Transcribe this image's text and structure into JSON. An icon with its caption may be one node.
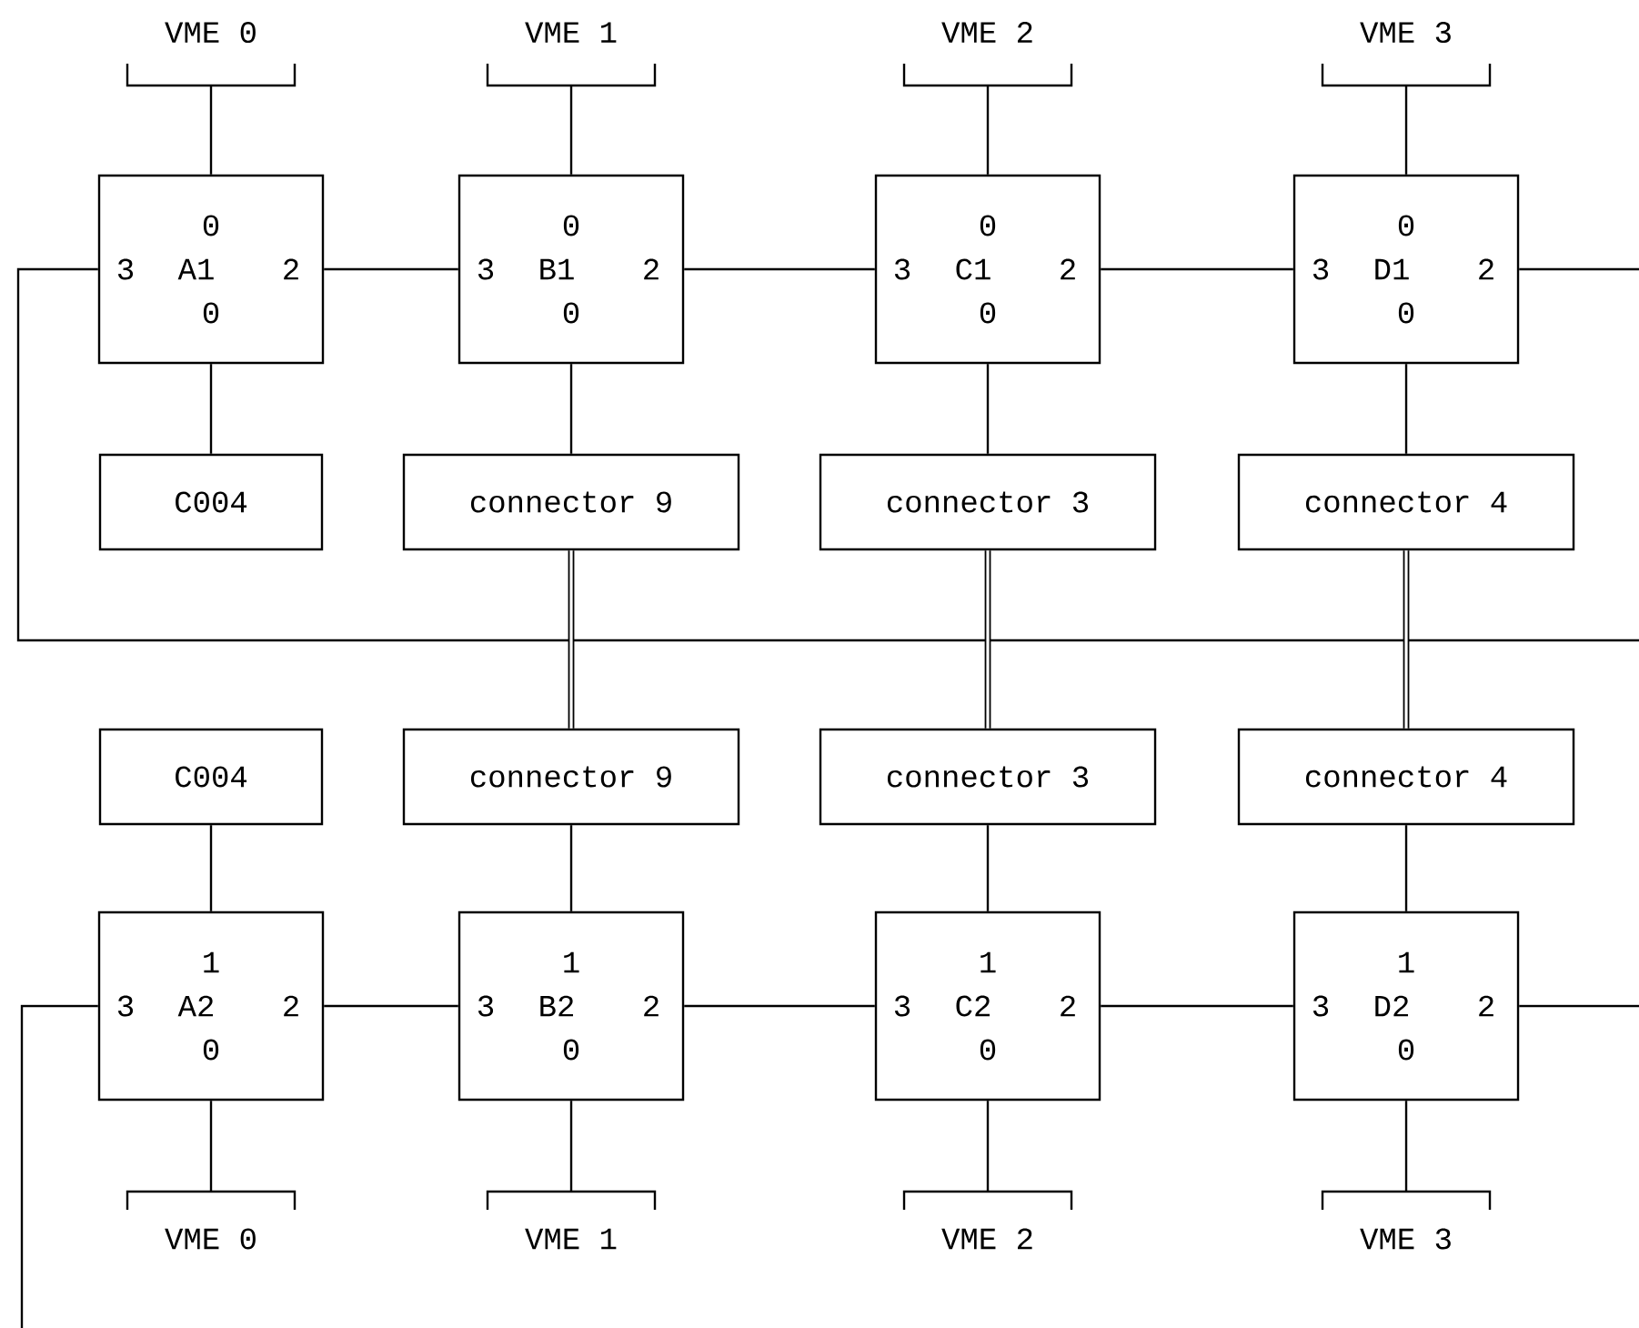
{
  "diagram": {
    "nodes": [
      {
        "text": [
          "VME 0"
        ]
      },
      {
        "text": [
          "VME 1"
        ]
      },
      {
        "text": [
          "VME 2"
        ]
      },
      {
        "text": [
          "VME 3"
        ]
      },
      {
        "text": [
          "0",
          "3",
          "A1",
          "2",
          "0"
        ]
      },
      {
        "text": [
          "0",
          "3",
          "B1",
          "2",
          "0"
        ]
      },
      {
        "text": [
          "0",
          "3",
          "C1",
          "2",
          "0"
        ]
      },
      {
        "text": [
          "0",
          "3",
          "D1",
          "2",
          "0"
        ]
      },
      {
        "text": [
          "C004"
        ]
      },
      {
        "text": [
          "connector 9"
        ]
      },
      {
        "text": [
          "connector 3"
        ]
      },
      {
        "text": [
          "connector 4"
        ]
      },
      {
        "text": [
          "C004"
        ]
      },
      {
        "text": [
          "connector 9"
        ]
      },
      {
        "text": [
          "connector 3"
        ]
      },
      {
        "text": [
          "connector 4"
        ]
      },
      {
        "text": [
          "1",
          "3",
          "A2",
          "2",
          "0"
        ]
      },
      {
        "text": [
          "1",
          "3",
          "B2",
          "2",
          "0"
        ]
      },
      {
        "text": [
          "1",
          "3",
          "C2",
          "2",
          "0"
        ]
      },
      {
        "text": [
          "1",
          "3",
          "D2",
          "2",
          "0"
        ]
      },
      {
        "text": [
          "VME 0"
        ]
      },
      {
        "text": [
          "VME 1"
        ]
      },
      {
        "text": [
          "VME 2"
        ]
      },
      {
        "text": [
          "VME 3"
        ]
      }
    ],
    "edges": [
      {
        "from": 0,
        "to": 4,
        "arrow": "none"
      },
      {
        "from": 1,
        "to": 5,
        "arrow": "none"
      },
      {
        "from": 2,
        "to": 6,
        "arrow": "none"
      },
      {
        "from": 3,
        "to": 7,
        "arrow": "none"
      },
      {
        "from": 4,
        "to": 5,
        "arrow": "none"
      },
      {
        "from": 5,
        "to": 6,
        "arrow": "none"
      },
      {
        "from": 6,
        "to": 7,
        "arrow": "none"
      },
      {
        "from": 4,
        "to": null,
        "arrow": "none"
      },
      {
        "from": 7,
        "to": null,
        "arrow": "none"
      },
      {
        "from": 4,
        "to": 8,
        "arrow": "none"
      },
      {
        "from": 5,
        "to": 9,
        "arrow": "none"
      },
      {
        "from": 6,
        "to": 10,
        "arrow": "none"
      },
      {
        "from": 7,
        "to": 11,
        "arrow": "none"
      },
      {
        "from": 9,
        "to": 13,
        "arrow": "none",
        "style": "thick"
      },
      {
        "from": 10,
        "to": 14,
        "arrow": "none",
        "style": "thick"
      },
      {
        "from": 11,
        "to": 15,
        "arrow": "none",
        "style": "thick"
      },
      {
        "from": 12,
        "to": 16,
        "arrow": "none"
      },
      {
        "from": 13,
        "to": 17,
        "arrow": "none"
      },
      {
        "from": 14,
        "to": 18,
        "arrow": "none"
      },
      {
        "from": 15,
        "to": 19,
        "arrow": "none"
      },
      {
        "from": 16,
        "to": 17,
        "arrow": "none"
      },
      {
        "from": 17,
        "to": 18,
        "arrow": "none"
      },
      {
        "from": 18,
        "to": 19,
        "arrow": "none"
      },
      {
        "from": 16,
        "to": null,
        "arrow": "none"
      },
      {
        "from": 19,
        "to": null,
        "arrow": "none"
      },
      {
        "from": 16,
        "to": 20,
        "arrow": "none"
      },
      {
        "from": 17,
        "to": 21,
        "arrow": "none"
      },
      {
        "from": 18,
        "to": 22,
        "arrow": "none"
      },
      {
        "from": 19,
        "to": 23,
        "arrow": "none"
      }
    ]
  }
}
